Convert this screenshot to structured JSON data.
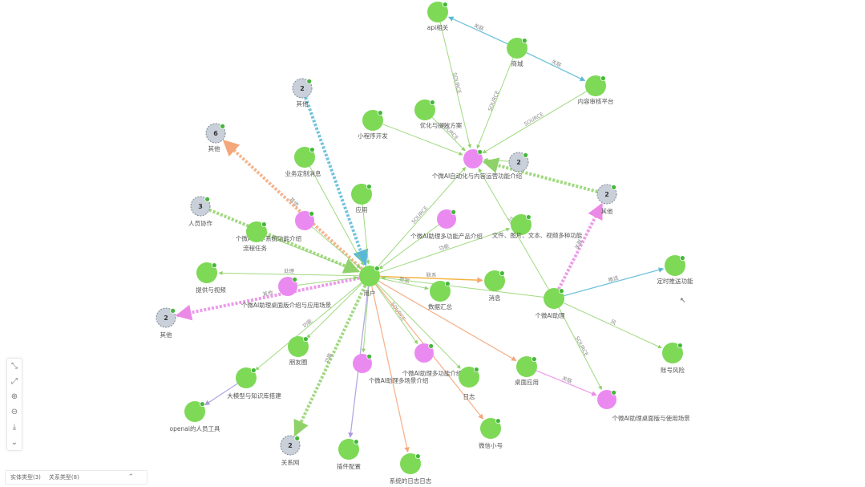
{
  "colors": {
    "entity": "#7ed957",
    "entityDark": "#62b83a",
    "concept": "#ea8af0",
    "count": "#c9d0d9",
    "countStroke": "#7f8a96",
    "dot": "#44b83a",
    "edgeGreen": "#8fd26a",
    "edgeOrange": "#f3a77a",
    "edgePink": "#ea8ae6",
    "edgeBlue": "#5ab8d6",
    "edgeLilac": "#a89ae0",
    "label": "#555555"
  },
  "nodes": [
    {
      "id": "n1",
      "type": "entity",
      "label": "api相关"
    },
    {
      "id": "n2",
      "type": "entity",
      "label": "商城"
    },
    {
      "id": "n3",
      "type": "entity",
      "label": "内容审核平台"
    },
    {
      "id": "n4",
      "type": "count",
      "count": "2",
      "label": "其他"
    },
    {
      "id": "n5",
      "type": "entity",
      "label": "小程序开发"
    },
    {
      "id": "n6",
      "type": "entity",
      "label": "优化与提效方案"
    },
    {
      "id": "n7",
      "type": "count",
      "count": "6",
      "label": "其他"
    },
    {
      "id": "n8",
      "type": "concept",
      "label": "个微AI自动化与内容运营功能介绍"
    },
    {
      "id": "n9",
      "type": "count",
      "count": "2",
      "label": ""
    },
    {
      "id": "n10",
      "type": "entity",
      "label": "业务定制消息"
    },
    {
      "id": "n11",
      "type": "count",
      "count": "3",
      "label": "人员协作"
    },
    {
      "id": "n12",
      "type": "entity",
      "label": "应用"
    },
    {
      "id": "n13",
      "type": "count",
      "count": "2",
      "label": "其他"
    },
    {
      "id": "n14",
      "type": "concept",
      "label": "个微AI助手系统功能介绍"
    },
    {
      "id": "n15",
      "type": "concept",
      "label": "个微AI助理多功能产品介绍"
    },
    {
      "id": "n16",
      "type": "entity",
      "label": "流程任务"
    },
    {
      "id": "n17",
      "type": "entity",
      "label": "文件、图片、文本、视频多种功能"
    },
    {
      "id": "n18",
      "type": "entity",
      "label": "提供与视频"
    },
    {
      "id": "n19",
      "type": "entity",
      "label": "用户"
    },
    {
      "id": "n20",
      "type": "entity",
      "label": "消息"
    },
    {
      "id": "n21",
      "type": "entity",
      "label": "数据汇总"
    },
    {
      "id": "n22",
      "type": "concept",
      "label": "个微AI助理桌面版介绍与应用场景"
    },
    {
      "id": "n23",
      "type": "count",
      "count": "2",
      "label": "其他"
    },
    {
      "id": "n24",
      "type": "entity",
      "label": "个微AI助理"
    },
    {
      "id": "n25",
      "type": "entity",
      "label": "定时推送功能"
    },
    {
      "id": "n26",
      "type": "entity",
      "label": "账号风险"
    },
    {
      "id": "n27",
      "type": "entity",
      "label": "朋友圈"
    },
    {
      "id": "n28",
      "type": "concept",
      "label": "个微AI助理多场景介绍"
    },
    {
      "id": "n29",
      "type": "concept",
      "label": "个微AI助理多功能介绍"
    },
    {
      "id": "n30",
      "type": "entity",
      "label": "桌面应用"
    },
    {
      "id": "n31",
      "type": "entity",
      "label": "大模型与知识库搭建"
    },
    {
      "id": "n32",
      "type": "entity",
      "label": "日志"
    },
    {
      "id": "n33",
      "type": "entity",
      "label": "openai的人员工具"
    },
    {
      "id": "n34",
      "type": "entity",
      "label": "微信小号"
    },
    {
      "id": "n35",
      "type": "concept",
      "label": "个微AI助理桌面版与使用场景"
    },
    {
      "id": "n36",
      "type": "count",
      "count": "2",
      "label": "关系网"
    },
    {
      "id": "n37",
      "type": "entity",
      "label": "插件配置"
    },
    {
      "id": "n38",
      "type": "entity",
      "label": "系统的日志日志"
    }
  ],
  "edges": [
    {
      "from": "n2",
      "to": "n1",
      "label": "关联"
    },
    {
      "from": "n2",
      "to": "n3",
      "label": "关联"
    },
    {
      "from": "n1",
      "to": "n8",
      "label": "SOURCE"
    },
    {
      "from": "n2",
      "to": "n8",
      "label": "SOURCE"
    },
    {
      "from": "n3",
      "to": "n8",
      "label": "SOURCE"
    },
    {
      "from": "n9",
      "to": "n8",
      "label": ""
    },
    {
      "from": "n6",
      "to": "n8",
      "label": "SOURCE"
    },
    {
      "from": "n5",
      "to": "n8",
      "label": ""
    },
    {
      "from": "n4",
      "to": "n19",
      "label": ""
    },
    {
      "from": "n19",
      "to": "n7",
      "label": "其他"
    },
    {
      "from": "n11",
      "to": "n19",
      "label": ""
    },
    {
      "from": "n19",
      "to": "n8",
      "label": "SOURCE"
    },
    {
      "from": "n10",
      "to": "n19",
      "label": ""
    },
    {
      "from": "n12",
      "to": "n19",
      "label": ""
    },
    {
      "from": "n16",
      "to": "n19",
      "label": ""
    },
    {
      "from": "n14",
      "to": "n19",
      "label": ""
    },
    {
      "from": "n15",
      "to": "n19",
      "label": ""
    },
    {
      "from": "n19",
      "to": "n18",
      "label": "处理"
    },
    {
      "from": "n19",
      "to": "n13",
      "label": "其他"
    },
    {
      "from": "n22",
      "to": "n19",
      "label": ""
    },
    {
      "from": "n19",
      "to": "n20",
      "label": "联系"
    },
    {
      "from": "n19",
      "to": "n21",
      "label": "数据"
    },
    {
      "from": "n19",
      "to": "n17",
      "label": "功能"
    },
    {
      "from": "n19",
      "to": "n28",
      "label": ""
    },
    {
      "from": "n19",
      "to": "n29",
      "label": "SOURCE"
    },
    {
      "from": "n19",
      "to": "n27",
      "label": ""
    },
    {
      "from": "n19",
      "to": "n31",
      "label": "功能"
    },
    {
      "from": "n31",
      "to": "n33",
      "label": ""
    },
    {
      "from": "n19",
      "to": "n36",
      "label": "功能"
    },
    {
      "from": "n19",
      "to": "n37",
      "label": ""
    },
    {
      "from": "n19",
      "to": "n38",
      "label": ""
    },
    {
      "from": "n19",
      "to": "n32",
      "label": ""
    },
    {
      "from": "n19",
      "to": "n34",
      "label": ""
    },
    {
      "from": "n19",
      "to": "n30",
      "label": ""
    },
    {
      "from": "n24",
      "to": "n23",
      "label": "关联"
    },
    {
      "from": "n24",
      "to": "n25",
      "label": "推送"
    },
    {
      "from": "n24",
      "to": "n26",
      "label": "风"
    },
    {
      "from": "n24",
      "to": "n35",
      "label": "SOURCE"
    },
    {
      "from": "n24",
      "to": "n8",
      "label": "SOURCE"
    },
    {
      "from": "n24",
      "to": "n19",
      "label": ""
    },
    {
      "from": "n23",
      "to": "n8",
      "label": ""
    },
    {
      "from": "n30",
      "to": "n35",
      "label": "关联"
    }
  ],
  "toolbar": [
    {
      "name": "fit-view-icon",
      "glyph": "⤡"
    },
    {
      "name": "collapse-icon",
      "glyph": "⤢"
    },
    {
      "name": "zoom-in-icon",
      "glyph": "⊕"
    },
    {
      "name": "zoom-out-icon",
      "glyph": "⊖"
    },
    {
      "name": "download-icon",
      "glyph": "⤓"
    },
    {
      "name": "expand-down-icon",
      "glyph": "⌄"
    }
  ],
  "bottom_bar": {
    "item1": "实体类型(3)",
    "item2": "关系类型(8)",
    "caret": "⌃"
  },
  "cursor": "↖"
}
